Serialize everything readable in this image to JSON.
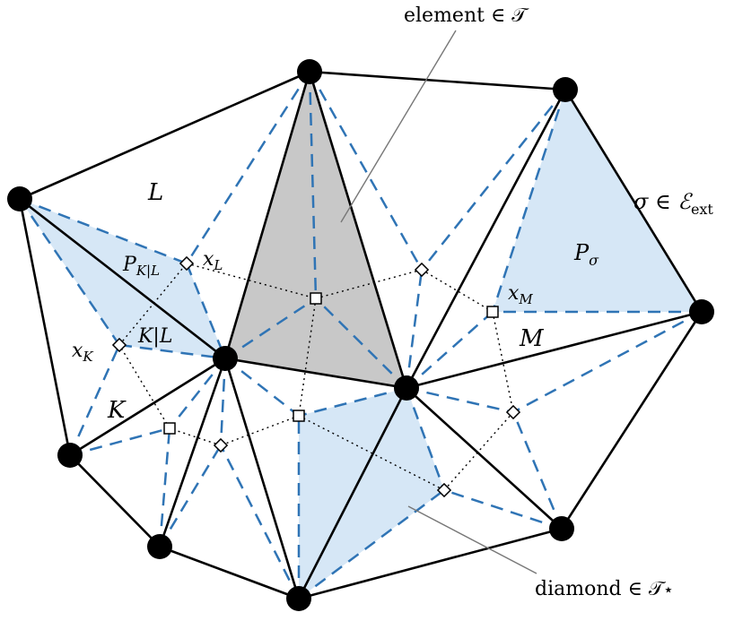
{
  "labels": {
    "element": "element ∈ 𝒯",
    "diamond": "diamond ∈ 𝒯⋆",
    "sigma": "σ ∈ ℰ",
    "sigma_sub": "ext",
    "L": "L",
    "K": "K",
    "M": "M",
    "P_KL": "P",
    "P_KL_sub": "K|L",
    "x_L": "x",
    "x_L_sub": "L",
    "x_K": "x",
    "x_K_sub": "K",
    "x_M": "x",
    "x_M_sub": "M",
    "KL": "K|L",
    "P_sigma": "P",
    "P_sigma_sub": "σ"
  },
  "colors": {
    "mesh_edge": "#000000",
    "dual_edge": "#2f74b5",
    "diamond_fill": "#d6e7f6",
    "element_fill": "#c8c8c8",
    "pointer_line": "#777777",
    "dotted_line": "#000000"
  }
}
